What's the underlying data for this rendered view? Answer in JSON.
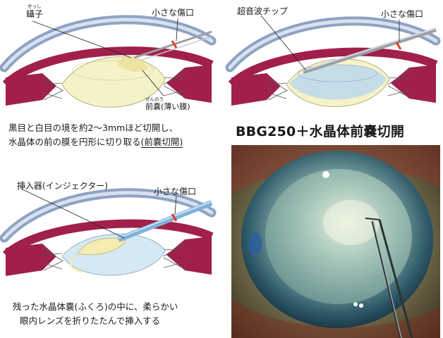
{
  "panel1": {
    "forceps_ruby": "せっし",
    "forceps_label": "鑷子",
    "wound_label": "小さな傷口",
    "capsule_ruby": "ぜんのう",
    "capsule_label": "前嚢(薄い膜)",
    "caption_line1": "黒目と白目の境を約2～3mmほど切開し、",
    "caption_line2_a": "水晶体の前の膜を円形に切り取る",
    "caption_line2_b": "(前嚢切開)"
  },
  "panel2": {
    "probe_label": "超音波チップ",
    "wound_label": "小さな傷口"
  },
  "panel3": {
    "injector_label": "挿入器(インジェクター)",
    "wound_label": "小さな傷口",
    "caption_line1": "残った水晶体嚢(ふくろ)の中に、柔らかい",
    "caption_line2": "眼内レンズを折りたたんで挿入する"
  },
  "panel4": {
    "title": "BBG250＋水晶体前嚢切開"
  },
  "colors": {
    "cornea": "#8ea3c4",
    "iris": "#a0204a",
    "iris_dark": "#6e1533",
    "lens": "#f6f2c8",
    "lens_blue": "#bcd9ec",
    "wound": "#e23a2a",
    "instrument": "#9aa0a6"
  }
}
